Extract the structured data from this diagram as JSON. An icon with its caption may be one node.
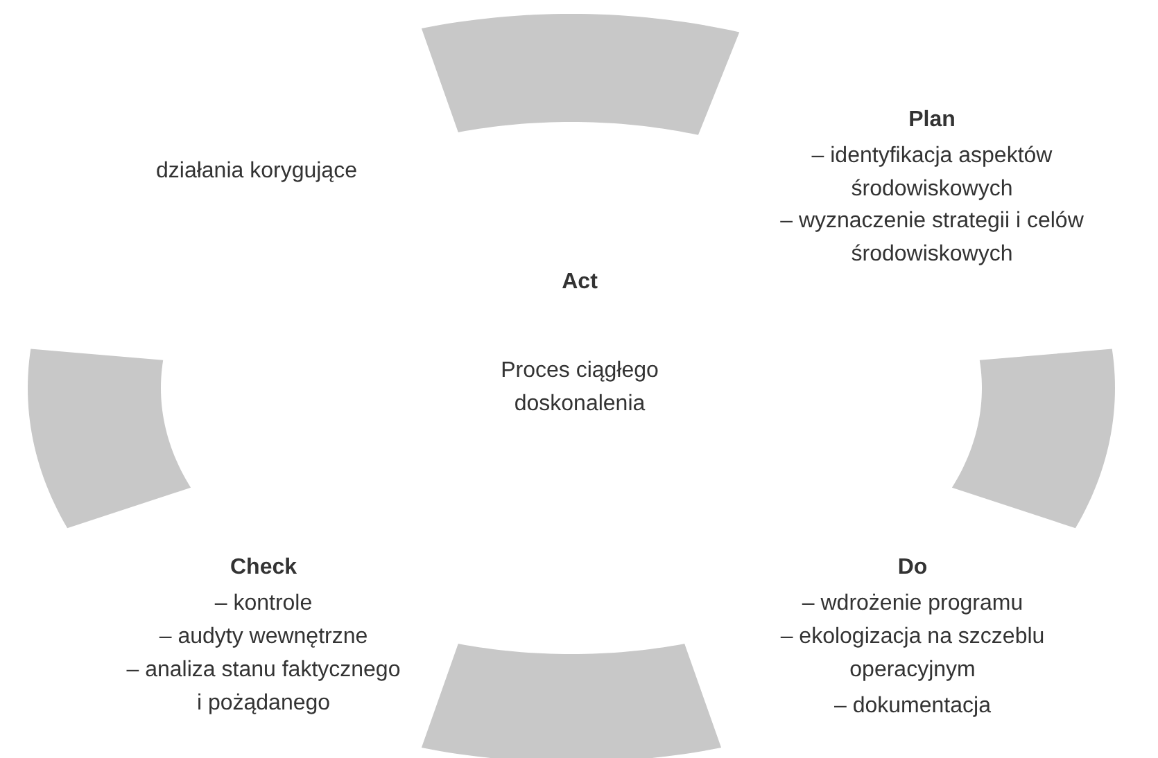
{
  "diagram": {
    "labels": [
      "działania korygujące",
      "Plan",
      "– identyfikacja aspektów środowiskowych",
      "– wyznaczenie strategii i celów środowiskowych",
      "Act",
      "Proces ciągłego doskonalenia",
      "Check",
      "– kontrole",
      "– audyty wewnętrzne",
      "– analiza stanu faktycznego i pożądanego",
      "Do",
      "– wdrożenie programu",
      "– ekologizacja na szczeblu operacyjnym",
      "– dokumentacja"
    ]
  }
}
